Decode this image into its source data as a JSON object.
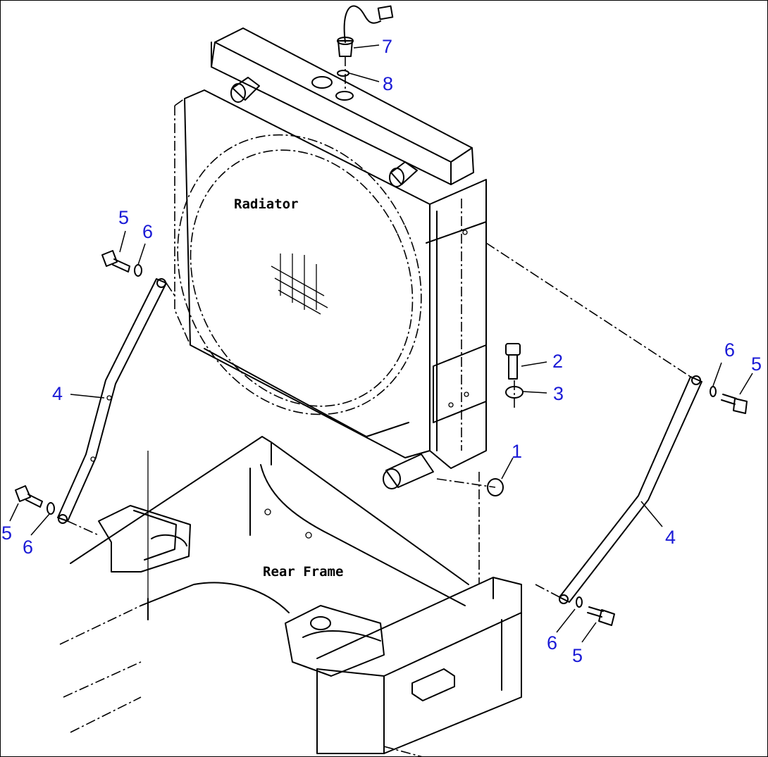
{
  "labels": {
    "radiator": "Radiator",
    "rear_frame": "Rear Frame"
  },
  "callouts": {
    "c1": "1",
    "c2": "2",
    "c3": "3",
    "c4_left": "4",
    "c4_right": "4",
    "c5_top_left": "5",
    "c5_bottom_left": "5",
    "c5_right_upper": "5",
    "c5_right_lower": "5",
    "c6_top_left": "6",
    "c6_bottom_left": "6",
    "c6_right_upper": "6",
    "c6_right_lower": "6",
    "c7": "7",
    "c8": "8"
  },
  "colors": {
    "callout": "#1a1ad6",
    "line": "#000000",
    "background": "#ffffff"
  }
}
